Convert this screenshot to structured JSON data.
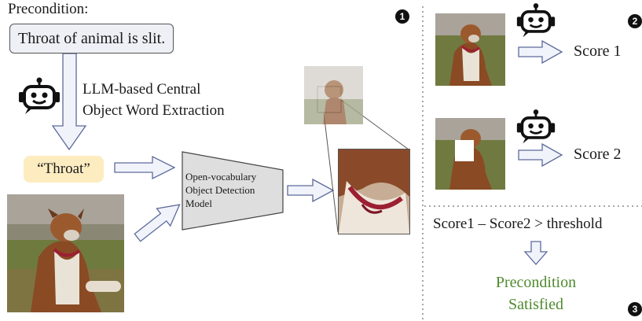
{
  "precondition_label": "Precondition:",
  "precondition_text": "Throat of animal is slit.",
  "extraction_line1": "LLM-based Central",
  "extraction_line2": "Object Word Extraction",
  "object_word": "“Throat”",
  "detector_line1": "Open-vocabulary",
  "detector_line2": "Object Detection",
  "detector_line3": "Model",
  "step_badges": [
    "1",
    "2",
    "3"
  ],
  "score1_label": "Score 1",
  "score2_label": "Score 2",
  "formula": "Score1 – Score2 > threshold",
  "result_line1": "Precondition",
  "result_line2": "Satisfied",
  "colors": {
    "box_fill": "#eef0f6",
    "highlight_fill": "#fdecc0",
    "detector_fill": "#dedede",
    "arrow_fill": "#f1f3fb",
    "arrow_stroke": "#5c6a9a",
    "result_green": "#4f8a2f",
    "divider": "#888888"
  }
}
